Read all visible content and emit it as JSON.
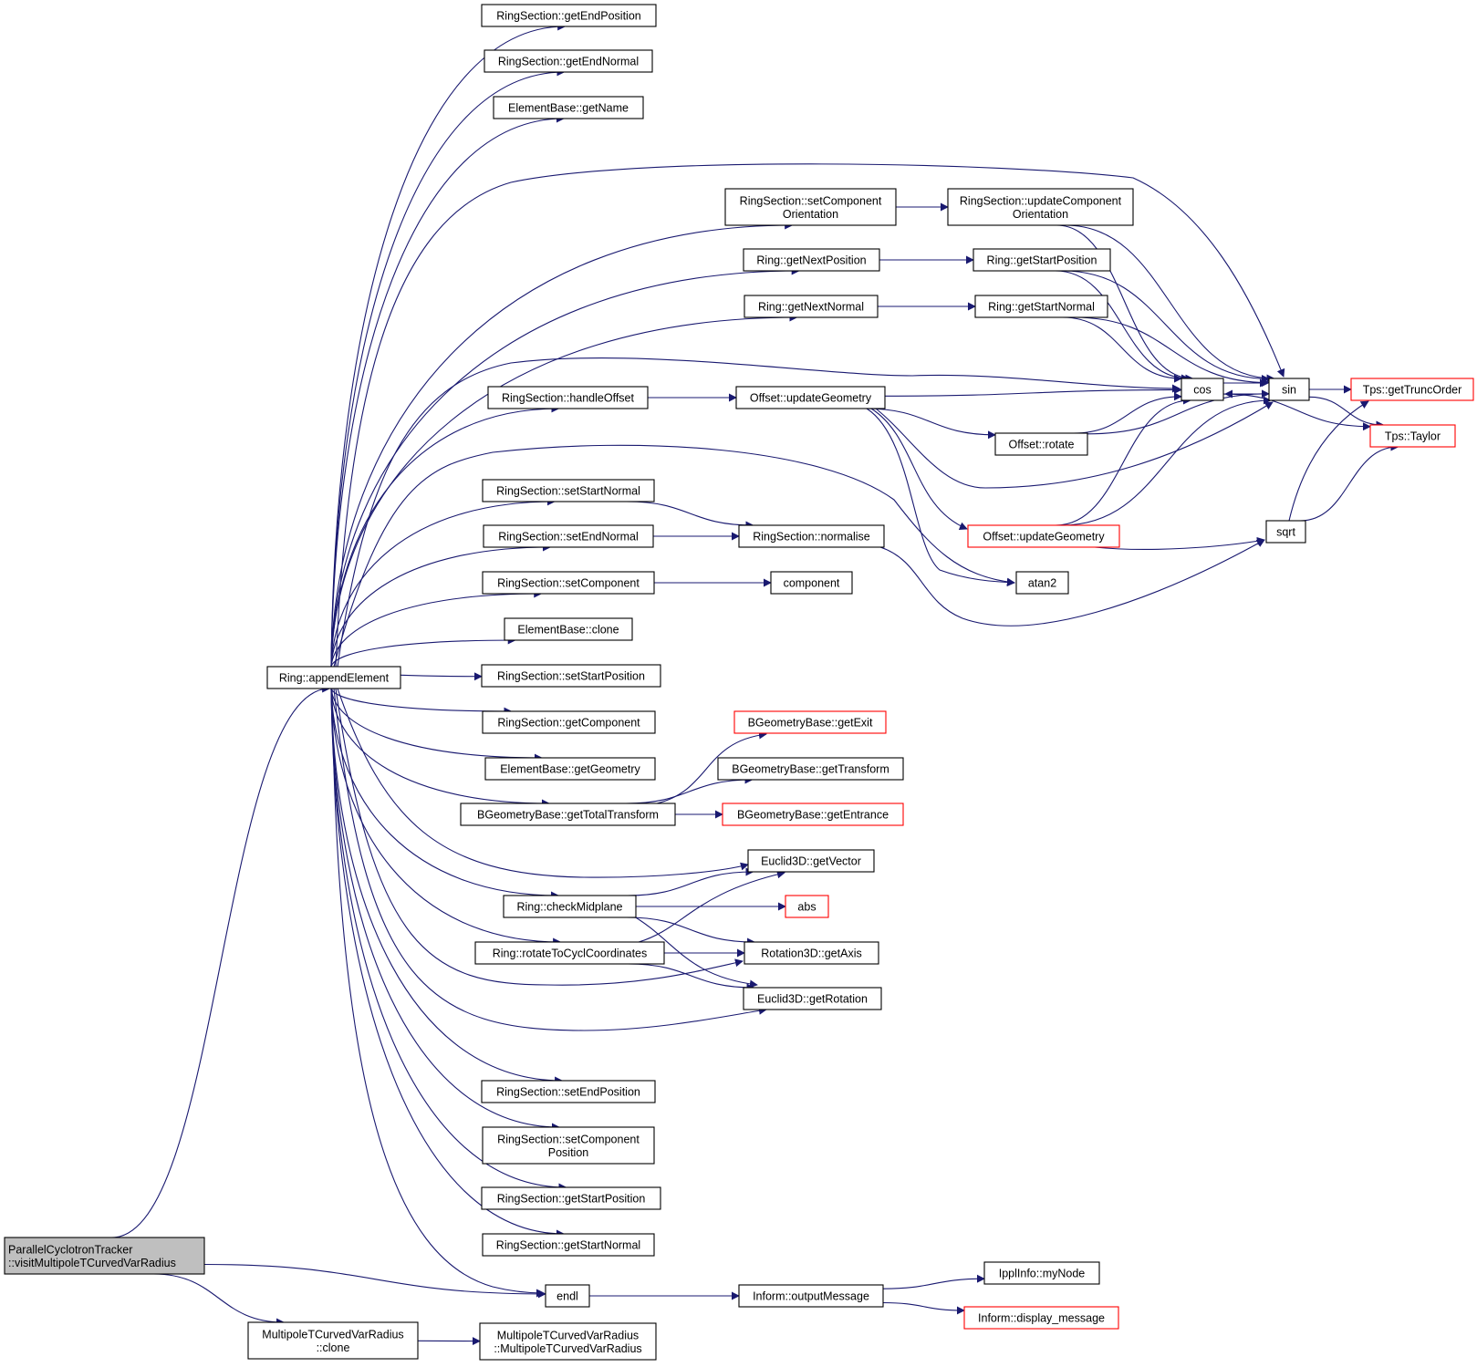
{
  "title": "",
  "nodes": [
    {
      "id": "root",
      "lines": [
        "ParallelCyclotronTracker",
        "::visitMultipoleTCurvedVarRadius"
      ],
      "style": "root"
    },
    {
      "id": "append",
      "lines": [
        "Ring::appendElement"
      ],
      "style": "normal"
    },
    {
      "id": "clone2",
      "lines": [
        "MultipoleTCurvedVarRadius",
        "::clone"
      ],
      "style": "normal"
    },
    {
      "id": "ctor",
      "lines": [
        "MultipoleTCurvedVarRadius",
        "::MultipoleTCurvedVarRadius"
      ],
      "style": "normal"
    },
    {
      "id": "endl",
      "lines": [
        "endl"
      ],
      "style": "normal"
    },
    {
      "id": "outmsg",
      "lines": [
        "Inform::outputMessage"
      ],
      "style": "normal"
    },
    {
      "id": "mynode",
      "lines": [
        "IpplInfo::myNode"
      ],
      "style": "normal"
    },
    {
      "id": "dispmsg",
      "lines": [
        "Inform::display_message"
      ],
      "style": "truncated"
    },
    {
      "id": "getEndPos",
      "lines": [
        "RingSection::getEndPosition"
      ],
      "style": "normal"
    },
    {
      "id": "getEndNorm",
      "lines": [
        "RingSection::getEndNormal"
      ],
      "style": "normal"
    },
    {
      "id": "getName",
      "lines": [
        "ElementBase::getName"
      ],
      "style": "normal"
    },
    {
      "id": "setCompOrient",
      "lines": [
        "RingSection::setComponent",
        "Orientation"
      ],
      "style": "normal"
    },
    {
      "id": "updCompOrient",
      "lines": [
        "RingSection::updateComponent",
        "Orientation"
      ],
      "style": "normal"
    },
    {
      "id": "getNextPos",
      "lines": [
        "Ring::getNextPosition"
      ],
      "style": "normal"
    },
    {
      "id": "ringStartPos",
      "lines": [
        "Ring::getStartPosition"
      ],
      "style": "normal"
    },
    {
      "id": "getNextNorm",
      "lines": [
        "Ring::getNextNormal"
      ],
      "style": "normal"
    },
    {
      "id": "ringStartNorm",
      "lines": [
        "Ring::getStartNormal"
      ],
      "style": "normal"
    },
    {
      "id": "handleOffset",
      "lines": [
        "RingSection::handleOffset"
      ],
      "style": "normal"
    },
    {
      "id": "offUpd1",
      "lines": [
        "Offset::updateGeometry"
      ],
      "style": "normal"
    },
    {
      "id": "offRotate",
      "lines": [
        "Offset::rotate"
      ],
      "style": "normal"
    },
    {
      "id": "offUpd2",
      "lines": [
        "Offset::updateGeometry"
      ],
      "style": "truncated"
    },
    {
      "id": "cos",
      "lines": [
        "cos"
      ],
      "style": "normal"
    },
    {
      "id": "sin",
      "lines": [
        "sin"
      ],
      "style": "normal"
    },
    {
      "id": "truncOrder",
      "lines": [
        "Tps::getTruncOrder"
      ],
      "style": "truncated"
    },
    {
      "id": "taylor",
      "lines": [
        "Tps::Taylor"
      ],
      "style": "truncated"
    },
    {
      "id": "sqrt",
      "lines": [
        "sqrt"
      ],
      "style": "normal"
    },
    {
      "id": "atan2",
      "lines": [
        "atan2"
      ],
      "style": "normal"
    },
    {
      "id": "setStartNorm",
      "lines": [
        "RingSection::setStartNormal"
      ],
      "style": "normal"
    },
    {
      "id": "setEndNorm",
      "lines": [
        "RingSection::setEndNormal"
      ],
      "style": "normal"
    },
    {
      "id": "normalise",
      "lines": [
        "RingSection::normalise"
      ],
      "style": "normal"
    },
    {
      "id": "setComp",
      "lines": [
        "RingSection::setComponent"
      ],
      "style": "normal"
    },
    {
      "id": "component",
      "lines": [
        "component"
      ],
      "style": "normal"
    },
    {
      "id": "ebClone",
      "lines": [
        "ElementBase::clone"
      ],
      "style": "normal"
    },
    {
      "id": "setStartPos",
      "lines": [
        "RingSection::setStartPosition"
      ],
      "style": "normal"
    },
    {
      "id": "getComp",
      "lines": [
        "RingSection::getComponent"
      ],
      "style": "normal"
    },
    {
      "id": "getGeom",
      "lines": [
        "ElementBase::getGeometry"
      ],
      "style": "normal"
    },
    {
      "id": "totalTrans",
      "lines": [
        "BGeometryBase::getTotalTransform"
      ],
      "style": "normal"
    },
    {
      "id": "getExit",
      "lines": [
        "BGeometryBase::getExit"
      ],
      "style": "truncated"
    },
    {
      "id": "getTransform",
      "lines": [
        "BGeometryBase::getTransform"
      ],
      "style": "normal"
    },
    {
      "id": "getEntrance",
      "lines": [
        "BGeometryBase::getEntrance"
      ],
      "style": "truncated"
    },
    {
      "id": "getVector",
      "lines": [
        "Euclid3D::getVector"
      ],
      "style": "normal"
    },
    {
      "id": "checkMid",
      "lines": [
        "Ring::checkMidplane"
      ],
      "style": "normal"
    },
    {
      "id": "abs",
      "lines": [
        "abs"
      ],
      "style": "truncated"
    },
    {
      "id": "rotCycl",
      "lines": [
        "Ring::rotateToCyclCoordinates"
      ],
      "style": "normal"
    },
    {
      "id": "getAxis",
      "lines": [
        "Rotation3D::getAxis"
      ],
      "style": "normal"
    },
    {
      "id": "getRot",
      "lines": [
        "Euclid3D::getRotation"
      ],
      "style": "normal"
    },
    {
      "id": "setEndPos",
      "lines": [
        "RingSection::setEndPosition"
      ],
      "style": "normal"
    },
    {
      "id": "setCompPos",
      "lines": [
        "RingSection::setComponent",
        "Position"
      ],
      "style": "normal"
    },
    {
      "id": "getStartPos",
      "lines": [
        "RingSection::getStartPosition"
      ],
      "style": "normal"
    },
    {
      "id": "getStartNorm",
      "lines": [
        "RingSection::getStartNormal"
      ],
      "style": "normal"
    }
  ],
  "edges": [
    [
      "root",
      "append"
    ],
    [
      "root",
      "endl"
    ],
    [
      "root",
      "clone2"
    ],
    [
      "clone2",
      "ctor"
    ],
    [
      "endl",
      "outmsg"
    ],
    [
      "outmsg",
      "mynode"
    ],
    [
      "outmsg",
      "dispmsg"
    ],
    [
      "append",
      "getEndPos"
    ],
    [
      "append",
      "getEndNorm"
    ],
    [
      "append",
      "getName"
    ],
    [
      "append",
      "sin"
    ],
    [
      "append",
      "setCompOrient"
    ],
    [
      "append",
      "getNextPos"
    ],
    [
      "append",
      "getNextNorm"
    ],
    [
      "append",
      "cos"
    ],
    [
      "append",
      "handleOffset"
    ],
    [
      "append",
      "atan2"
    ],
    [
      "append",
      "setStartNorm"
    ],
    [
      "append",
      "setEndNorm"
    ],
    [
      "append",
      "setComp"
    ],
    [
      "append",
      "ebClone"
    ],
    [
      "append",
      "setStartPos"
    ],
    [
      "append",
      "getComp"
    ],
    [
      "append",
      "getGeom"
    ],
    [
      "append",
      "totalTrans"
    ],
    [
      "append",
      "getVector"
    ],
    [
      "append",
      "checkMid"
    ],
    [
      "append",
      "rotCycl"
    ],
    [
      "append",
      "getAxis"
    ],
    [
      "append",
      "getRot"
    ],
    [
      "append",
      "setEndPos"
    ],
    [
      "append",
      "setCompPos"
    ],
    [
      "append",
      "getStartPos"
    ],
    [
      "append",
      "getStartNorm"
    ],
    [
      "append",
      "endl"
    ],
    [
      "setCompOrient",
      "updCompOrient"
    ],
    [
      "updCompOrient",
      "cos"
    ],
    [
      "updCompOrient",
      "sin"
    ],
    [
      "getNextPos",
      "ringStartPos"
    ],
    [
      "ringStartPos",
      "cos"
    ],
    [
      "ringStartPos",
      "sin"
    ],
    [
      "getNextNorm",
      "ringStartNorm"
    ],
    [
      "ringStartNorm",
      "cos"
    ],
    [
      "ringStartNorm",
      "sin"
    ],
    [
      "handleOffset",
      "offUpd1"
    ],
    [
      "offUpd1",
      "cos"
    ],
    [
      "offUpd1",
      "offRotate"
    ],
    [
      "offUpd1",
      "sin"
    ],
    [
      "offUpd1",
      "offUpd2"
    ],
    [
      "offUpd1",
      "atan2"
    ],
    [
      "offRotate",
      "cos"
    ],
    [
      "offRotate",
      "sin"
    ],
    [
      "offUpd2",
      "cos"
    ],
    [
      "offUpd2",
      "sin"
    ],
    [
      "offUpd2",
      "sqrt"
    ],
    [
      "cos",
      "sin"
    ],
    [
      "cos",
      "taylor"
    ],
    [
      "sin",
      "cos"
    ],
    [
      "sin",
      "truncOrder"
    ],
    [
      "sin",
      "taylor"
    ],
    [
      "sqrt",
      "truncOrder"
    ],
    [
      "sqrt",
      "taylor"
    ],
    [
      "setStartNorm",
      "normalise"
    ],
    [
      "setEndNorm",
      "normalise"
    ],
    [
      "normalise",
      "sqrt"
    ],
    [
      "setComp",
      "component"
    ],
    [
      "totalTrans",
      "getExit"
    ],
    [
      "totalTrans",
      "getTransform"
    ],
    [
      "totalTrans",
      "getEntrance"
    ],
    [
      "checkMid",
      "getVector"
    ],
    [
      "checkMid",
      "abs"
    ],
    [
      "checkMid",
      "getAxis"
    ],
    [
      "checkMid",
      "getRot"
    ],
    [
      "rotCycl",
      "getVector"
    ],
    [
      "rotCycl",
      "getAxis"
    ],
    [
      "rotCycl",
      "getRot"
    ]
  ],
  "colors": {
    "edge": "#191970",
    "node_border": "#000000",
    "truncated_border": "#ff0000",
    "root_fill": "#bfbfbf",
    "node_fill": "#ffffff"
  }
}
